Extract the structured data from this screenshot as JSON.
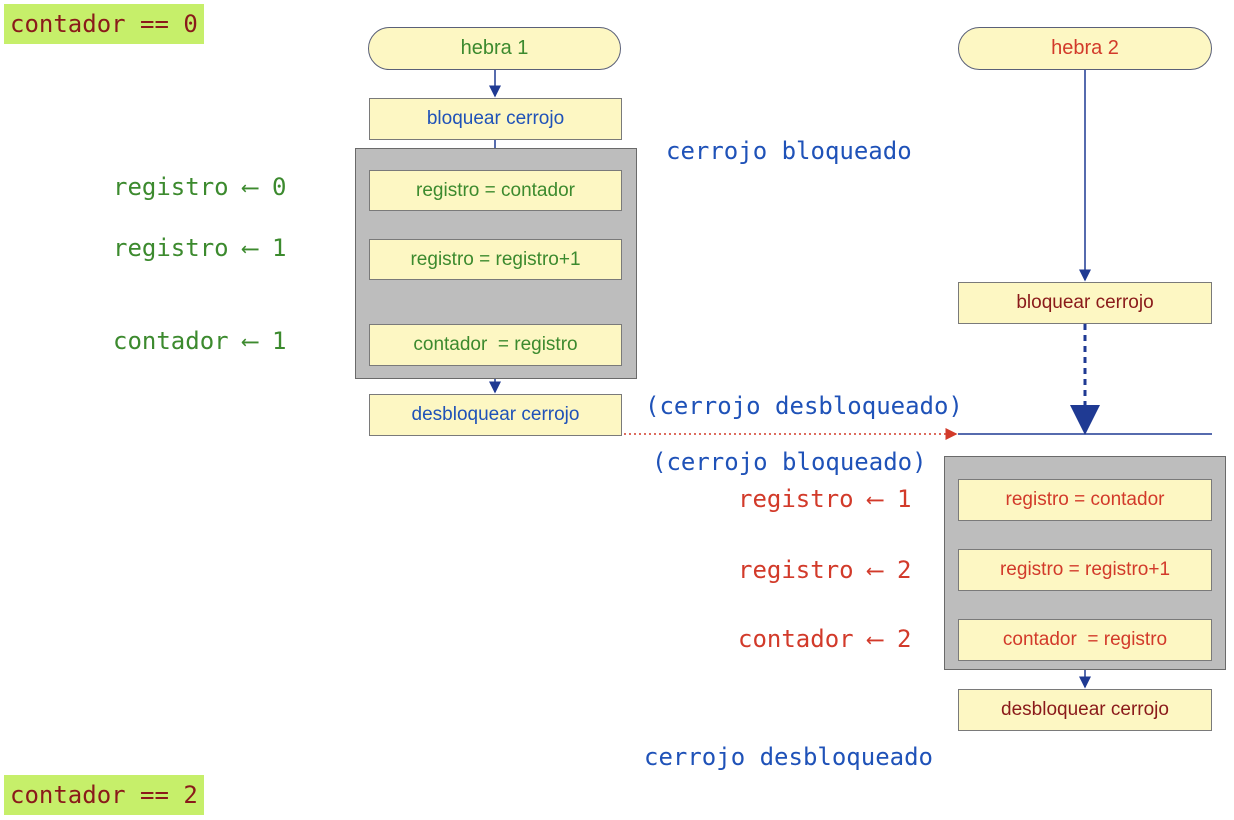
{
  "initial_state": "contador == 0",
  "final_state": "contador == 2",
  "thread1": {
    "title": "hebra 1",
    "lock": "bloquear cerrojo",
    "read": "registro = contador",
    "increment": "registro = registro+1",
    "write": "contador  = registro",
    "unlock": "desbloquear cerrojo",
    "annotations": [
      "registro ⟵ 0",
      "registro ⟵ 1",
      "contador ⟵ 1"
    ]
  },
  "thread2": {
    "title": "hebra 2",
    "lock": "bloquear cerrojo",
    "read": "registro = contador",
    "increment": "registro = registro+1",
    "write": "contador  = registro",
    "unlock": "desbloquear cerrojo",
    "annotations": [
      "registro ⟵ 1",
      "registro ⟵ 2",
      "contador ⟵ 2"
    ]
  },
  "lock_notes": {
    "locked_1": "cerrojo bloqueado",
    "unlocked_1": "(cerrojo desbloqueado)",
    "locked_2": "(cerrojo bloqueado)",
    "unlocked_2": "cerrojo desbloqueado"
  },
  "colors": {
    "thread1": "#3c8a2e",
    "thread2": "#d23a2a",
    "lock": "#1f52b8",
    "critical_section": "#bdbdbd",
    "box_fill": "#fdf7c3",
    "state_tag": "#c6ef6a"
  }
}
